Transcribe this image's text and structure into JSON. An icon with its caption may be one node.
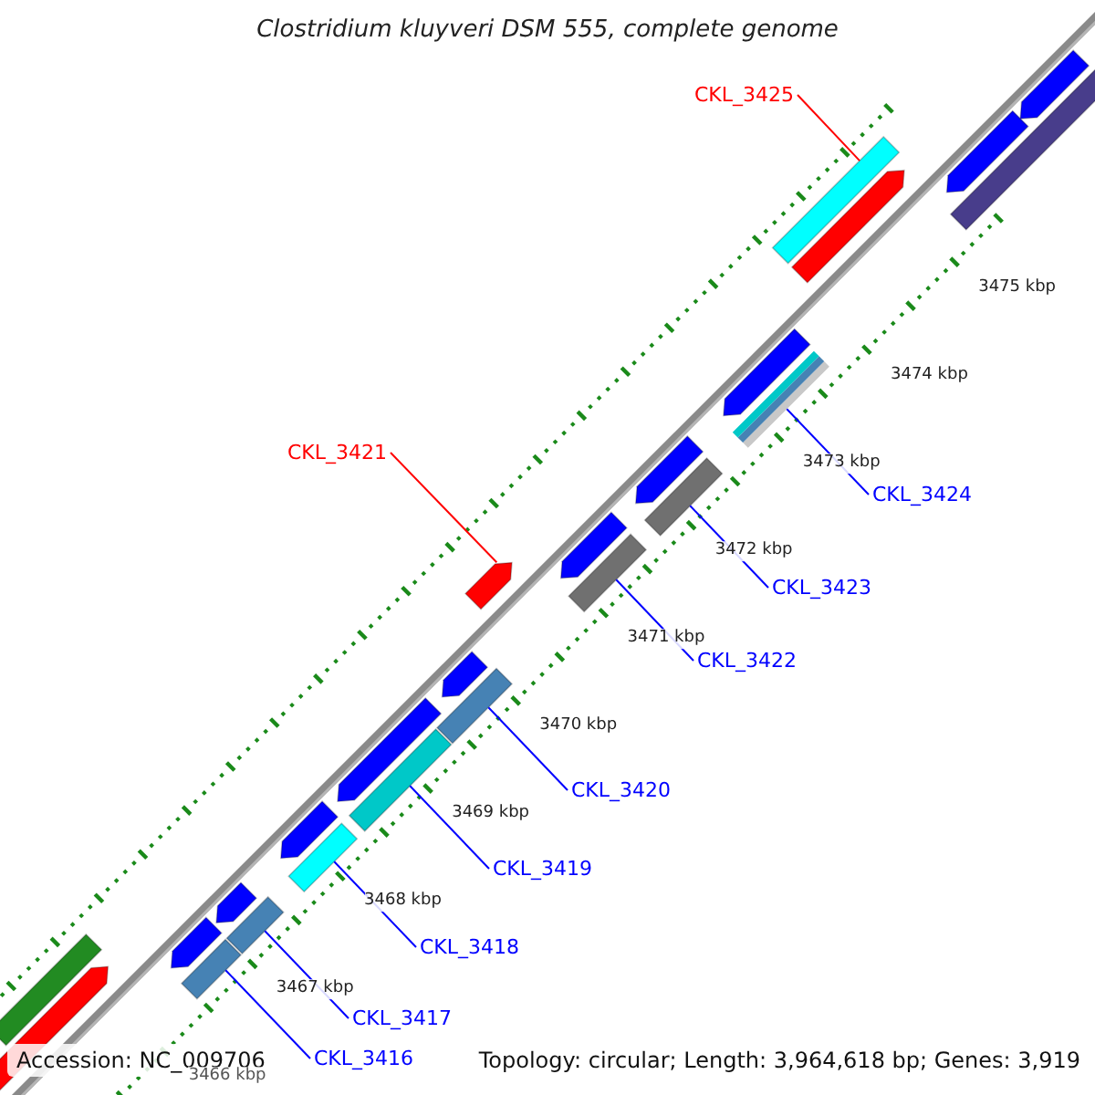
{
  "diagram": {
    "title": "Clostridium kluyveri DSM 555, complete genome",
    "nodes": [
      {
        "text": [
          "CKL_3425"
        ]
      },
      {
        "text": [],
        "shape": "bar"
      },
      {
        "text": [
          "CKL_3421"
        ]
      },
      {
        "text": [],
        "shape": "bar"
      },
      {
        "text": [
          "CKL_3424"
        ]
      },
      {
        "text": [],
        "shape": "bar"
      },
      {
        "text": [
          "CKL_3423"
        ]
      },
      {
        "text": [],
        "shape": "bar"
      },
      {
        "text": [
          "CKL_3422"
        ]
      },
      {
        "text": [],
        "shape": "bar"
      },
      {
        "text": [
          "CKL_3420"
        ]
      },
      {
        "text": [],
        "shape": "bar"
      },
      {
        "text": [
          "CKL_3419"
        ]
      },
      {
        "text": [],
        "shape": "bar"
      },
      {
        "text": [
          "CKL_3418"
        ]
      },
      {
        "text": [],
        "shape": "bar"
      },
      {
        "text": [
          "CKL_3417"
        ]
      },
      {
        "text": [],
        "shape": "bar"
      },
      {
        "text": [
          "CKL_3416"
        ]
      },
      {
        "text": [],
        "shape": "bar"
      }
    ],
    "edges": [
      {
        "from": 0,
        "to": 1,
        "arrow": "none",
        "color": "#ff0000"
      },
      {
        "from": 2,
        "to": 3,
        "arrow": "none",
        "color": "#ff0000"
      },
      {
        "from": 4,
        "to": 5,
        "arrow": "none"
      },
      {
        "from": 6,
        "to": 7,
        "arrow": "none"
      },
      {
        "from": 8,
        "to": 9,
        "arrow": "none"
      },
      {
        "from": 10,
        "to": 11,
        "arrow": "none"
      },
      {
        "from": 12,
        "to": 13,
        "arrow": "none"
      },
      {
        "from": 14,
        "to": 15,
        "arrow": "none"
      },
      {
        "from": 16,
        "to": 17,
        "arrow": "none"
      },
      {
        "from": 18,
        "to": 19,
        "arrow": "none"
      }
    ],
    "labels": [
      "3475 kbp",
      "3474 kbp",
      "3473 kbp",
      "3472 kbp",
      "3471 kbp",
      "3470 kbp",
      "3469 kbp",
      "3468 kbp",
      "3467 kbp",
      "3466 kbp",
      "Accession: NC_009706",
      "Topology: circular; Length: 3,964,618 bp; Genes: 3,919"
    ]
  }
}
